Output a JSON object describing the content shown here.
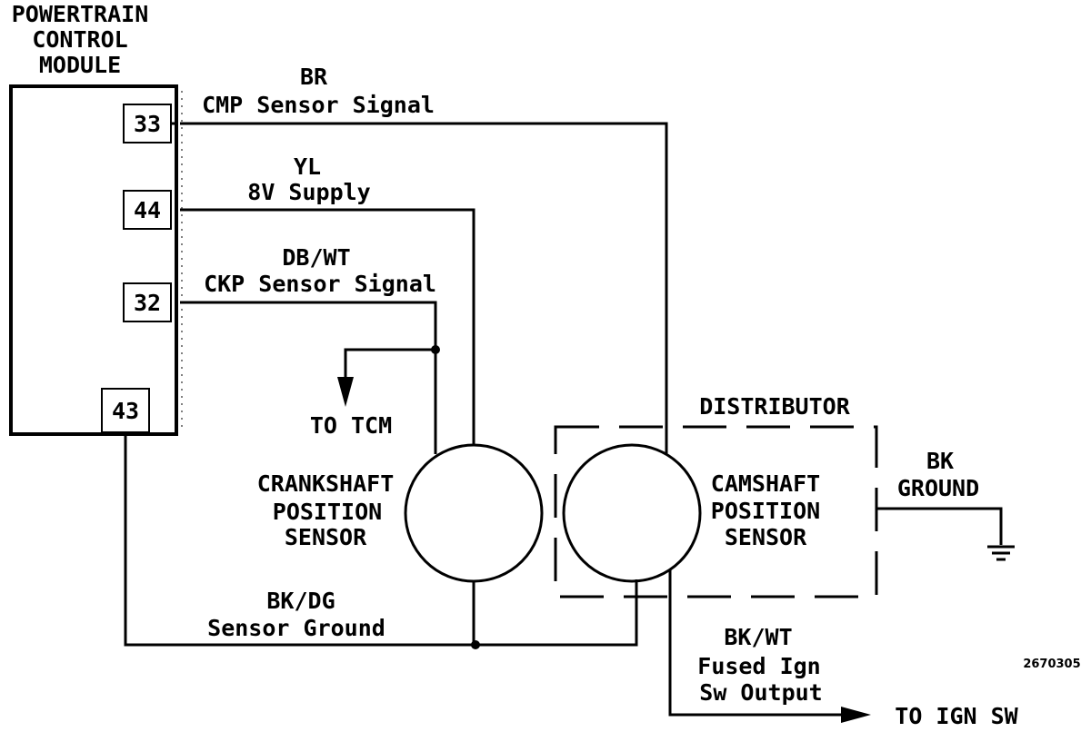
{
  "pcm": {
    "title_lines": [
      "POWERTRAIN",
      "CONTROL",
      "MODULE"
    ],
    "pins": [
      "33",
      "44",
      "32",
      "43"
    ]
  },
  "wires": {
    "cmp": {
      "color": "BR",
      "name": "CMP Sensor Signal"
    },
    "supply": {
      "color": "YL",
      "name": "8V Supply"
    },
    "ckp": {
      "color": "DB/WT",
      "name": "CKP Sensor Signal"
    },
    "ground": {
      "color": "BK/DG",
      "name": "Sensor Ground"
    },
    "ign": {
      "color": "BK/WT",
      "name_lines": [
        "Fused Ign",
        "Sw Output"
      ]
    },
    "dist_ground": {
      "color": "BK",
      "name": "GROUND"
    }
  },
  "labels": {
    "to_tcm": "TO TCM",
    "to_ign_sw": "TO IGN SW",
    "distributor": "DISTRIBUTOR",
    "crankshaft_lines": [
      "CRANKSHAFT",
      "POSITION",
      "SENSOR"
    ],
    "camshaft_lines": [
      "CAMSHAFT",
      "POSITION",
      "SENSOR"
    ],
    "figure_id": "2670305"
  }
}
